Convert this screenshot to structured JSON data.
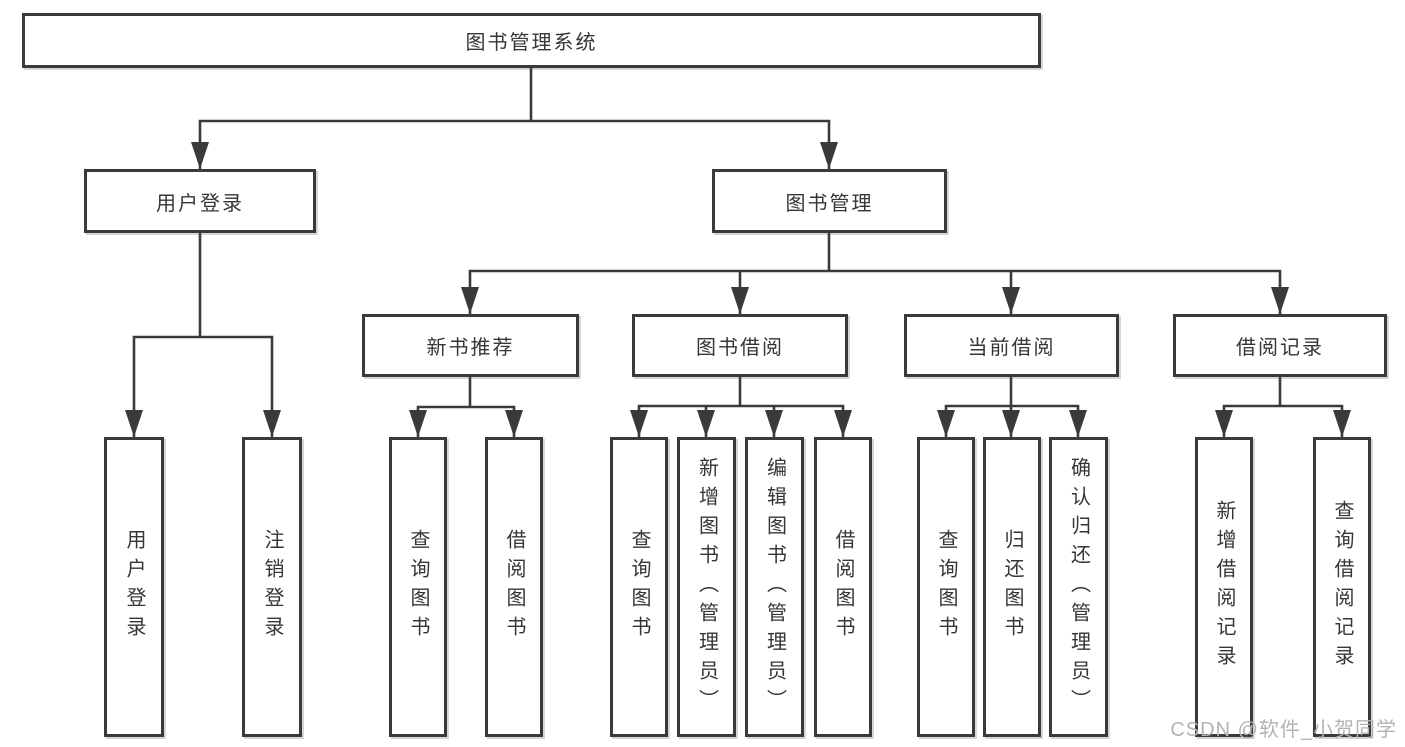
{
  "page": {
    "background": "#ffffff"
  },
  "colors": {
    "line": "#3a3a3a",
    "box_border": "#3a3a3a",
    "text": "#363636",
    "watermark": "#b3b3b3"
  },
  "watermark": {
    "text": "CSDN @软件_小贺同学"
  },
  "tree": {
    "root": {
      "label": "图书管理系统",
      "children": [
        {
          "label": "用户登录",
          "children": [
            {
              "label": "用户登录"
            },
            {
              "label": "注销登录"
            }
          ]
        },
        {
          "label": "图书管理",
          "children": [
            {
              "label": "新书推荐",
              "children": [
                {
                  "label": "查询图书"
                },
                {
                  "label": "借阅图书"
                }
              ]
            },
            {
              "label": "图书借阅",
              "children": [
                {
                  "label": "查询图书"
                },
                {
                  "label": "新增图书（管理员）"
                },
                {
                  "label": "编辑图书（管理员）"
                },
                {
                  "label": "借阅图书"
                }
              ]
            },
            {
              "label": "当前借阅",
              "children": [
                {
                  "label": "查询图书"
                },
                {
                  "label": "归还图书"
                },
                {
                  "label": "确认归还（管理员）"
                }
              ]
            },
            {
              "label": "借阅记录",
              "children": [
                {
                  "label": "新增借阅记录"
                },
                {
                  "label": "查询借阅记录"
                }
              ]
            }
          ]
        }
      ]
    }
  }
}
